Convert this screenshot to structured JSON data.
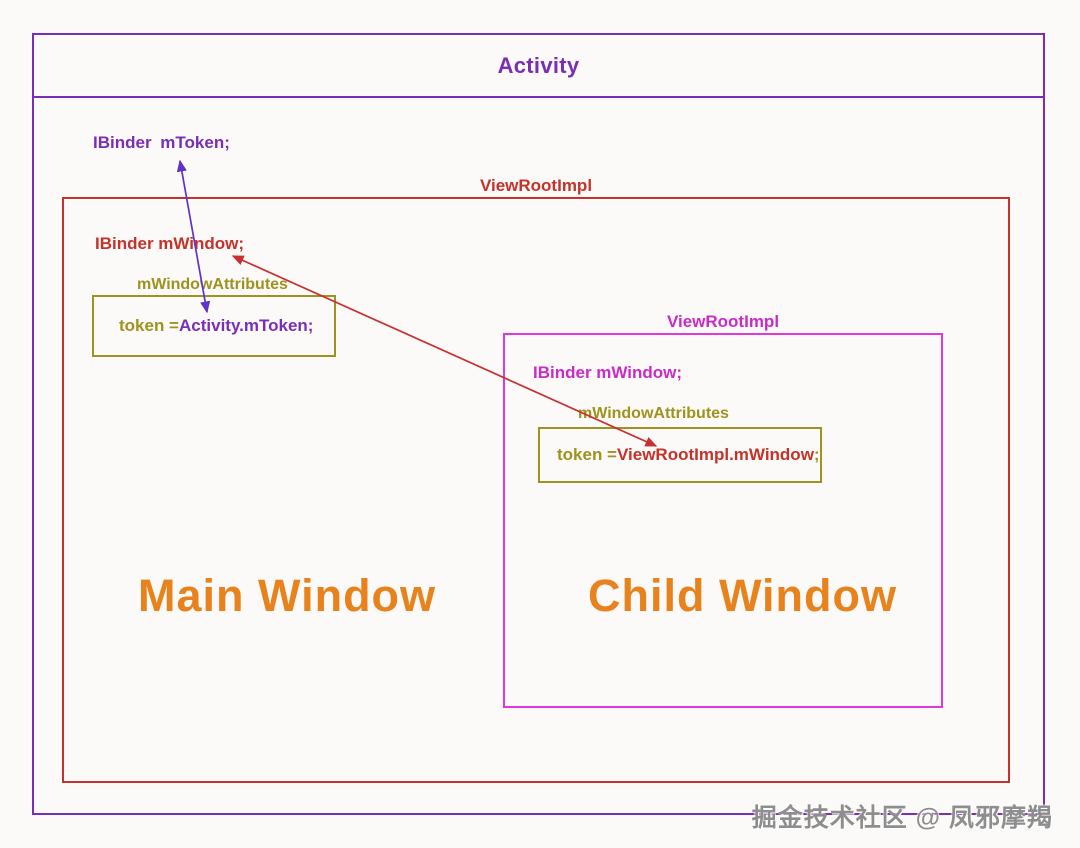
{
  "activity": {
    "title": "Activity",
    "token_field": "IBinder mToken;"
  },
  "main_window": {
    "root_label": "ViewRootImpl",
    "window_field": "IBinder mWindow;",
    "attributes_label": "mWindowAttributes",
    "token_prefix": "token = ",
    "token_value": "Activity.mToken",
    "token_suffix": ";",
    "title": "Main Window"
  },
  "child_window": {
    "root_label": "ViewRootImpl",
    "window_field": "IBinder mWindow;",
    "attributes_label": "mWindowAttributes",
    "token_prefix": "token = ",
    "token_value": "ViewRootImpl.mWindow",
    "token_suffix": ";",
    "title": "Child Window"
  },
  "watermark": "掘金技术社区 @ 凤邪摩羯",
  "colors": {
    "purple": "#7B2EB5",
    "red": "#C5322A",
    "magenta": "#DF39DC",
    "olive": "#A0921E",
    "orange": "#E8821C",
    "arrow_purple": "#5F33C9",
    "arrow_red": "#C83030",
    "watermark_gray": "#8E8E8E"
  }
}
